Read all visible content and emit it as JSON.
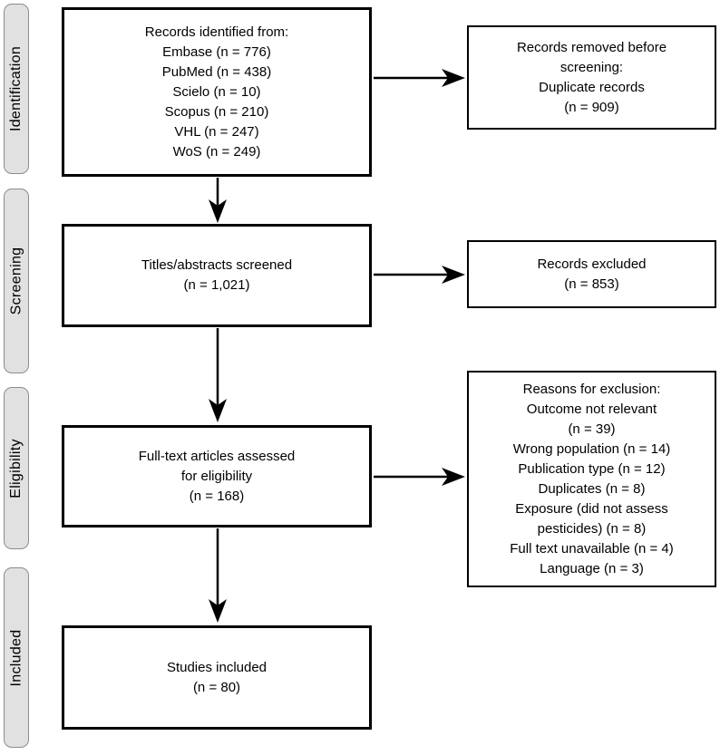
{
  "sidebar": {
    "stages": [
      {
        "label": "Identification"
      },
      {
        "label": "Screening"
      },
      {
        "label": "Eligibility"
      },
      {
        "label": "Included"
      }
    ]
  },
  "flow": {
    "main_boxes": [
      {
        "id": "records-identified",
        "lines": [
          "Records identified from:",
          "Embase (n = 776)",
          "PubMed (n = 438)",
          "Scielo (n = 10)",
          "Scopus (n = 210)",
          "VHL (n = 247)",
          "WoS (n = 249)"
        ]
      },
      {
        "id": "titles-screened",
        "lines": [
          "Titles/abstracts screened",
          "(n = 1,021)"
        ]
      },
      {
        "id": "fulltext-assessed",
        "lines": [
          "Full-text articles assessed",
          "for eligibility",
          "(n = 168)"
        ]
      },
      {
        "id": "studies-included",
        "lines": [
          "Studies included",
          "(n = 80)"
        ]
      }
    ],
    "side_boxes": [
      {
        "id": "records-removed",
        "lines": [
          "Records removed before",
          "screening:",
          "Duplicate records",
          "(n = 909)"
        ]
      },
      {
        "id": "records-excluded",
        "lines": [
          "Records excluded",
          "(n = 853)"
        ]
      },
      {
        "id": "exclusion-reasons",
        "lines": [
          "Reasons for exclusion:",
          "Outcome not relevant",
          "(n = 39)",
          "Wrong population (n = 14)",
          "Publication type (n = 12)",
          "Duplicates (n = 8)",
          "Exposure (did not assess",
          "pesticides) (n = 8)",
          "Full text unavailable (n = 4)",
          "Language (n = 3)"
        ]
      }
    ]
  },
  "colors": {
    "box_fill": "#ffffff",
    "box_border": "#000000",
    "stage_fill": "#e1e1e1",
    "stage_border": "#8c8c8c",
    "arrow": "#000000",
    "text": "#000000"
  }
}
